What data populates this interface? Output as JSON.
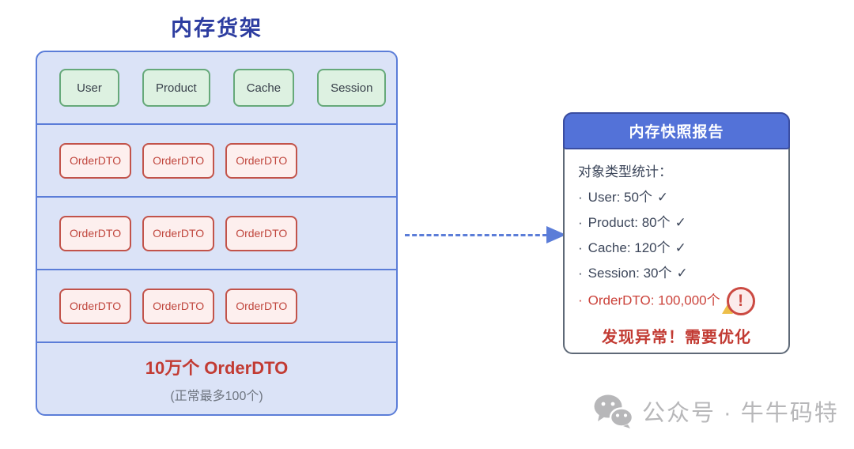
{
  "diagram": {
    "title": "内存货架",
    "shelf": {
      "green_boxes": [
        "User",
        "Product",
        "Cache",
        "Session"
      ],
      "orderdto_rows": [
        [
          "OrderDTO",
          "OrderDTO",
          "OrderDTO"
        ],
        [
          "OrderDTO",
          "OrderDTO",
          "OrderDTO"
        ],
        [
          "OrderDTO",
          "OrderDTO",
          "OrderDTO"
        ]
      ],
      "bottom_headline": "10万个 OrderDTO",
      "bottom_note": "(正常最多100个)"
    }
  },
  "report": {
    "header": "内存快照报告",
    "stats_title": "对象类型统计：",
    "items": [
      {
        "bullet": "·",
        "text": "User: 50个",
        "check": "✓"
      },
      {
        "bullet": "·",
        "text": "Product: 80个",
        "check": "✓"
      },
      {
        "bullet": "·",
        "text": "Cache: 120个",
        "check": "✓"
      },
      {
        "bullet": "·",
        "text": "Session: 30个",
        "check": "✓"
      },
      {
        "bullet": "·",
        "text": "OrderDTO: 100,000个",
        "alert": "!"
      }
    ],
    "conclusion": "发现异常！需要优化"
  },
  "watermark": {
    "icon": "wechat-icon",
    "text": "公众号 · 牛牛码特"
  },
  "colors": {
    "title_blue": "#2d3da0",
    "shelf_bg": "#dbe3f7",
    "shelf_border": "#5b7dd8",
    "green_box_bg": "#ddf1e1",
    "green_box_border": "#66a97a",
    "order_box_bg": "#fdefee",
    "order_box_border": "#c2534a",
    "order_text_red": "#c0463d",
    "headline_red": "#c23b33",
    "note_gray": "#6f7681",
    "panel_border_gray": "#5e6977",
    "panel_header_bg": "#5372d8",
    "panel_header_border": "#3a4da1",
    "panel_text": "#3c465a",
    "alert_red": "#cb423a",
    "warning_yellow": "#edbf4a",
    "watermark_gray": "#b7b7b9"
  }
}
